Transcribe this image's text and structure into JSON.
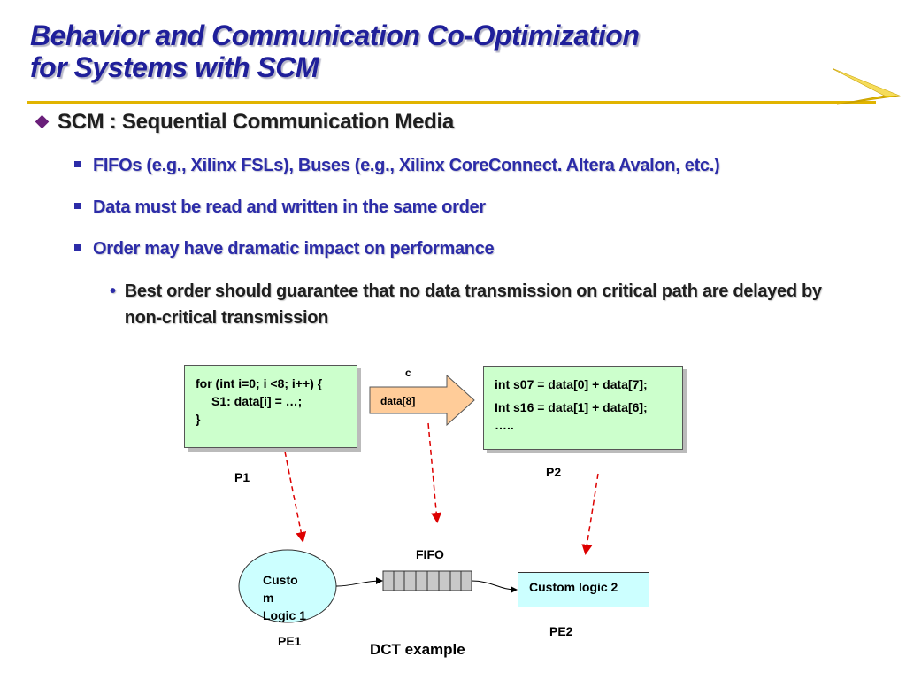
{
  "slide": {
    "title_line1": "Behavior and Communication Co-Optimization",
    "title_line2": "for Systems with SCM",
    "main_bullet": "SCM : Sequential Communication Media",
    "sub_bullets": [
      "FIFOs (e.g., Xilinx FSLs), Buses (e.g., Xilinx CoreConnect. Altera Avalon, etc.)",
      "Data must be read and written in the same order",
      "Order may have dramatic impact on performance"
    ],
    "sub_sub_bullet": "Best order should guarantee that no data transmission on critical path are delayed by non-critical transmission"
  },
  "diagram": {
    "p1_code": [
      "for (int i=0; i <8; i++) {",
      "S1: data[i] = …;",
      "}"
    ],
    "p1_label": "P1",
    "channel_label": "c",
    "channel_data": "data[8]",
    "p2_code": [
      "int s07 = data[0] + data[7];",
      "Int s16 = data[1] + data[6];",
      "….."
    ],
    "p2_label": "P2",
    "fifo_label": "FIFO",
    "pe1_text": [
      "Custo",
      "m",
      "Logic 1"
    ],
    "pe1_label": "PE1",
    "pe2_text": "Custom logic 2",
    "pe2_label": "PE2",
    "caption": "DCT example"
  },
  "colors": {
    "title": "#1f1f9a",
    "rule": "#e1b400",
    "note_fill": "#ccffcc",
    "pe1_fill": "#ccffff",
    "arrow_fill": "#ffcc99",
    "dashed": "#dd0000"
  }
}
